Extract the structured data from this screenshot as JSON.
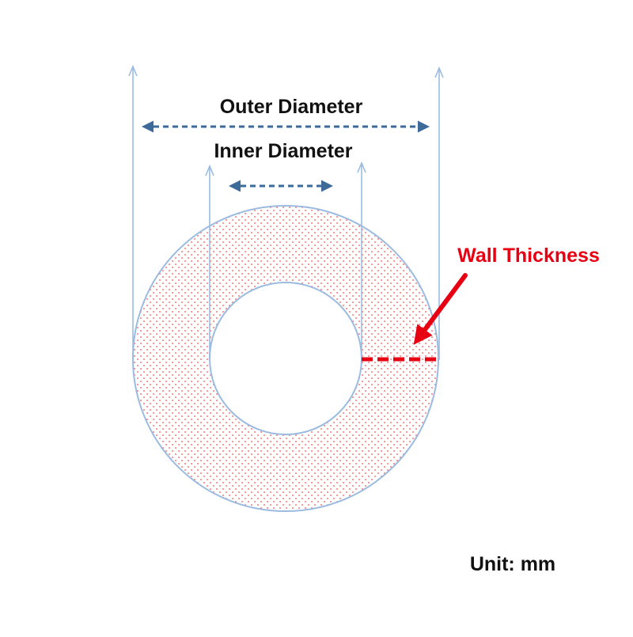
{
  "labels": {
    "outer_diameter": "Outer Diameter",
    "inner_diameter": "Inner Diameter",
    "wall_thickness": "Wall Thickness",
    "unit": "Unit: mm"
  },
  "colors": {
    "outline": "#9bbce0",
    "dimension_arrow": "#3e6a99",
    "fill_dots": "#ff4d4d",
    "accent_red": "#e60012",
    "text": "#111111"
  }
}
